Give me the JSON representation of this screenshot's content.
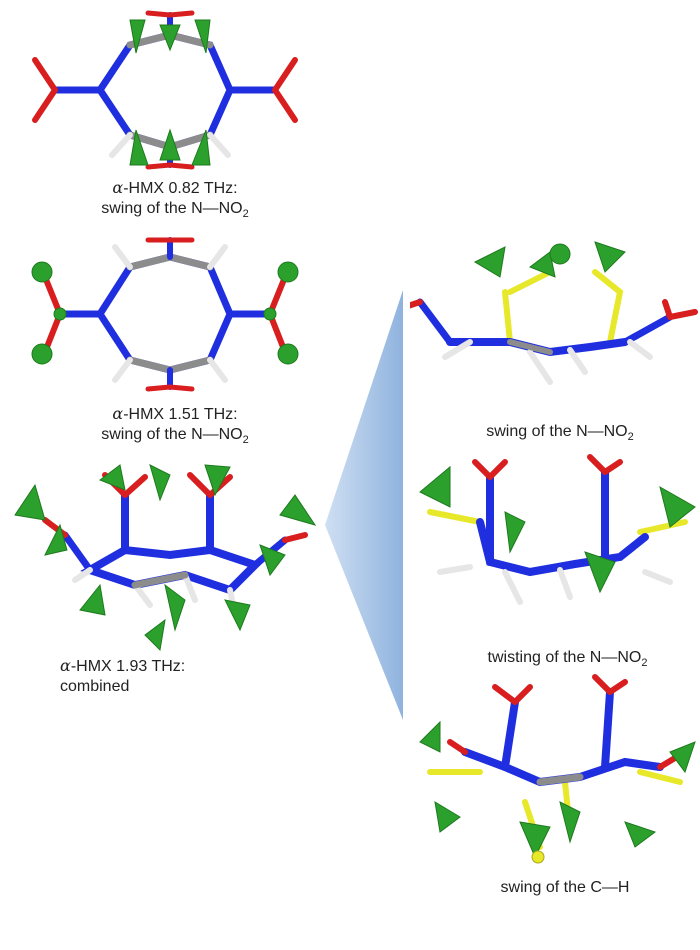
{
  "captions": {
    "p1": {
      "alpha": "α",
      "line1": "-HMX 0.82 THz:",
      "line2": "swing of the N—NO",
      "sub": "2"
    },
    "p2": {
      "alpha": "α",
      "line1": "-HMX 1.51 THz:",
      "line2": "swing of the N—NO",
      "sub": "2"
    },
    "p3": {
      "alpha": "α",
      "line1": "-HMX 1.93 THz:",
      "line2": "combined"
    },
    "r1": {
      "text": "swing of the N—NO",
      "sub": "2"
    },
    "r2": {
      "text": "twisting of the N—NO",
      "sub": "2"
    },
    "r3": {
      "text": "swing of the C—H"
    }
  },
  "colors": {
    "nitrogen": "#1f2fe0",
    "oxygen": "#d81e1e",
    "carbon": "#8c8c8c",
    "hydrogen": "#e6e6e6",
    "highlight": "#e8e82a",
    "arrow": "#2ca02c",
    "wedge": "#a9c6e8"
  }
}
